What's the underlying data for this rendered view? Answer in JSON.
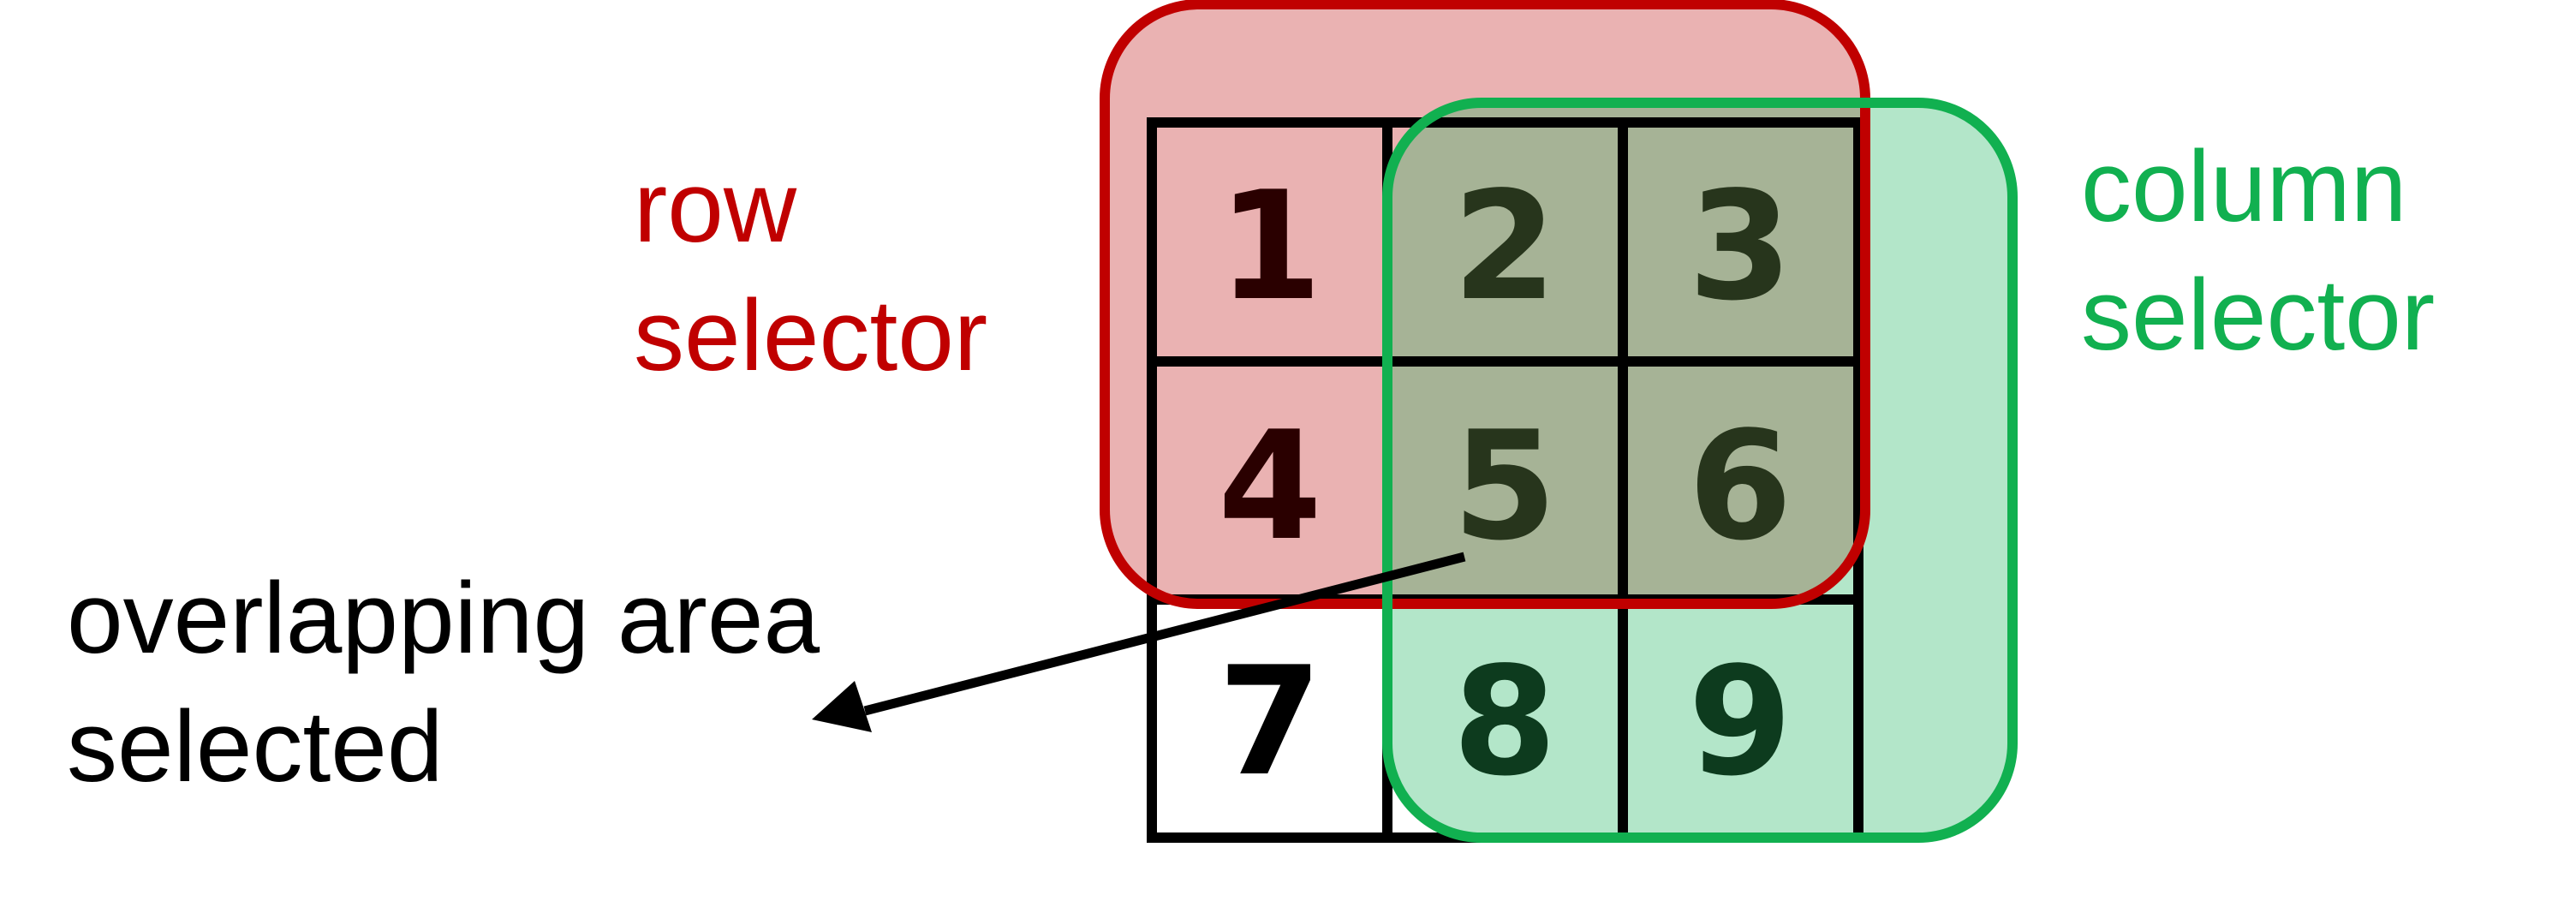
{
  "grid": {
    "cells": [
      "1",
      "2",
      "3",
      "4",
      "5",
      "6",
      "7",
      "8",
      "9"
    ]
  },
  "labels": {
    "row_selector": [
      "row",
      "selector"
    ],
    "column_selector": [
      "column",
      "selector"
    ],
    "overlap": [
      "overlapping area",
      "selected"
    ]
  },
  "colors": {
    "row_fill": "#eab2b2",
    "row_stroke": "#c00000",
    "column_fill": "#b3e6c9",
    "column_stroke": "#11b050",
    "overlap_fill": "#a6b396",
    "grid_line": "#000000",
    "arrow": "#000000"
  }
}
